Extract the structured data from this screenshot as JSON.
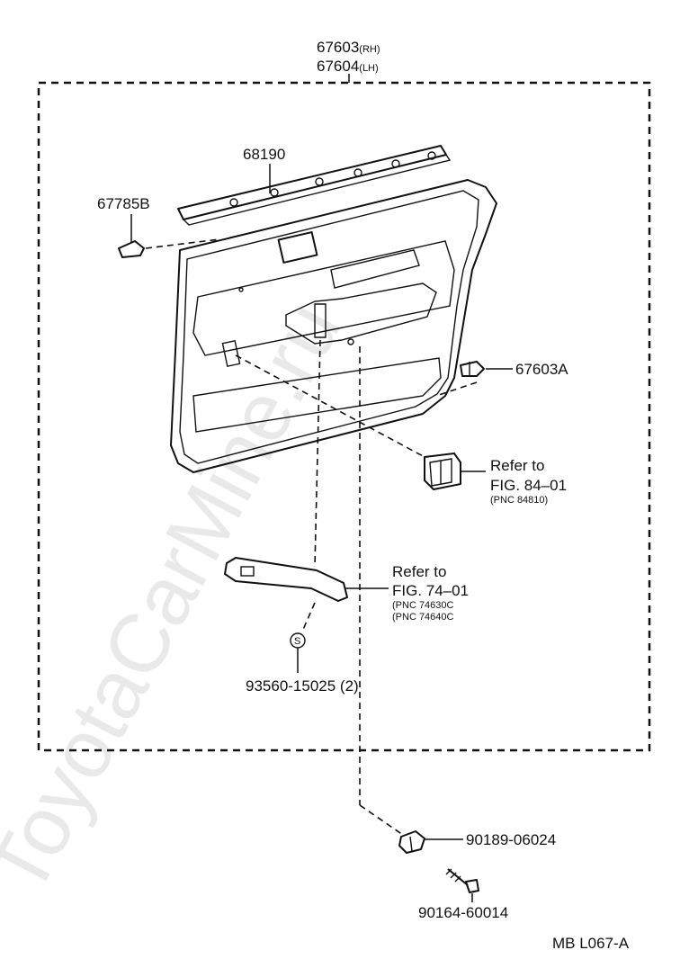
{
  "watermark": "ToyotaCarMine.ru",
  "assembly": {
    "part_rh": "67603",
    "suffix_rh": "(RH)",
    "part_lh": "67604",
    "suffix_lh": "(LH)"
  },
  "parts": {
    "weatherstrip": "68190",
    "clip": "67785B",
    "fastener": "67603A",
    "bolt_cover": "93560-15025 (2)",
    "nut": "90189-06024",
    "screw": "90164-60014"
  },
  "refs": {
    "switch": {
      "line1": "Refer to",
      "line2": "FIG. 84–01",
      "line3": "(PNC 84810)"
    },
    "armrest": {
      "line1": "Refer to",
      "line2": "FIG. 74–01",
      "line3": "(PNC 74630C",
      "line4": "(PNC 74640C"
    }
  },
  "diagram_code": "MB L067-A",
  "circle_symbol": "S"
}
